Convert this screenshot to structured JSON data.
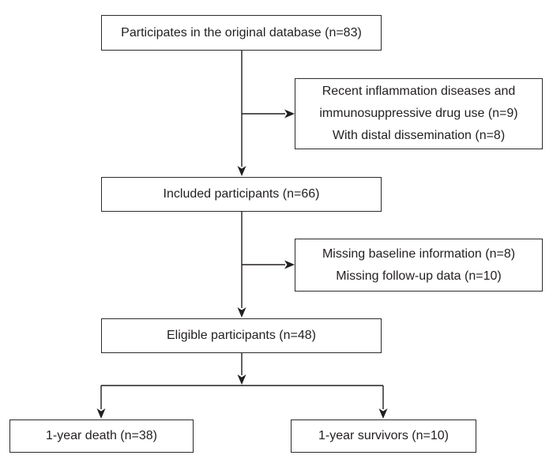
{
  "diagram": {
    "type": "flowchart",
    "nodes": {
      "original": {
        "label": "Participates in the original database (n=83)"
      },
      "exclusion1": {
        "lines": [
          "Recent inflammation diseases and",
          "immunosuppressive drug use (n=9)",
          "With distal dissemination (n=8)"
        ]
      },
      "included": {
        "label": "Included participants (n=66)"
      },
      "exclusion2": {
        "lines": [
          "Missing baseline information (n=8)",
          "Missing follow-up data (n=10)"
        ]
      },
      "eligible": {
        "label": "Eligible participants (n=48)"
      },
      "death": {
        "label": "1-year death (n=38)"
      },
      "survivors": {
        "label": "1-year survivors (n=10)"
      }
    },
    "counts": {
      "original_database": 83,
      "recent_inflammation_immunosuppressive": 9,
      "distal_dissemination": 8,
      "included": 66,
      "missing_baseline": 8,
      "missing_followup": 10,
      "eligible": 48,
      "one_year_death": 38,
      "one_year_survivors": 10
    },
    "colors": {
      "background": "#ffffff",
      "box_border": "#2b2b2b",
      "text": "#231f20",
      "arrow": "#231f20"
    }
  }
}
